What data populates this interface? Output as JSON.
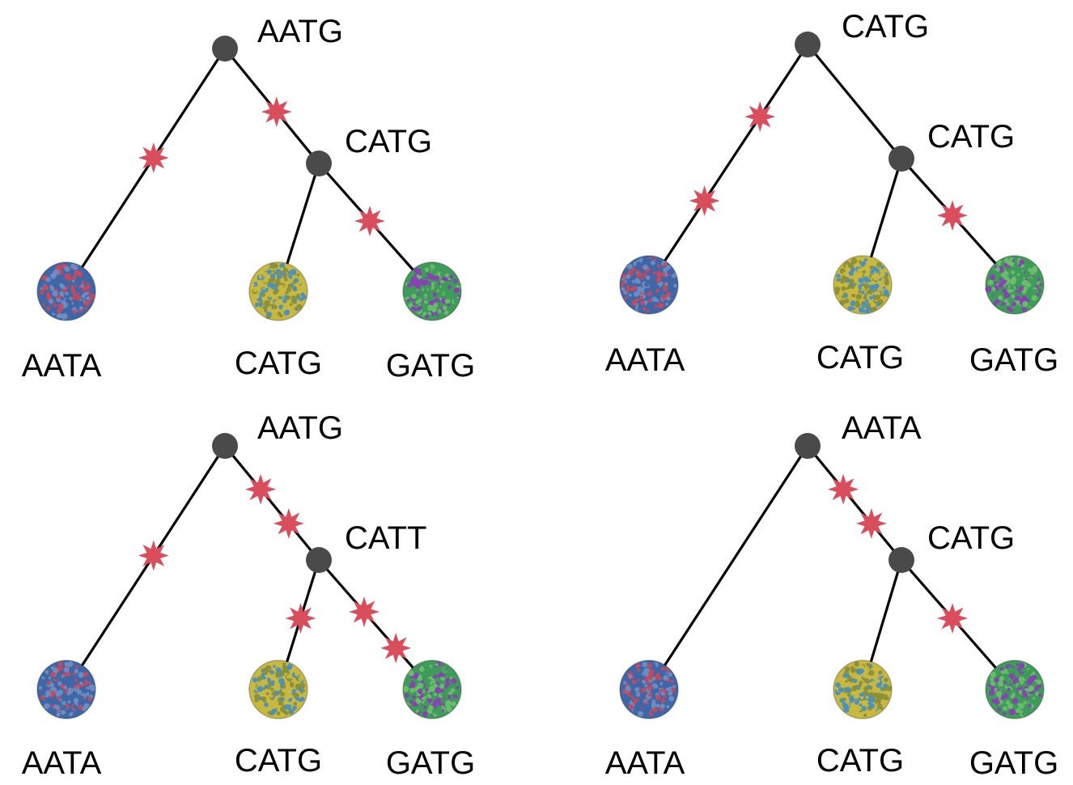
{
  "colors": {
    "mutation": "#d94e5c",
    "node": "#4a4a4a",
    "branch": "#000000",
    "virus_a": [
      "#3f66a6",
      "#c44a5e",
      "#6c8fc4"
    ],
    "virus_c": [
      "#c8b840",
      "#4a8fbf",
      "#8a8f3a"
    ],
    "virus_g": [
      "#3f9b5a",
      "#8a3fb5",
      "#6abf6a"
    ]
  },
  "icons": {
    "mutation": "mutation-star-icon",
    "node": "ancestor-node-icon",
    "virus": "virus-particle-icon"
  },
  "trees": [
    {
      "root_label": "AATG",
      "inner_label": "CATG",
      "leaves": [
        "AATA",
        "CATG",
        "GATG"
      ],
      "mutation_counts": {
        "root_to_leaf1": 1,
        "root_to_inner": 1,
        "inner_to_leaf2": 0,
        "inner_to_leaf3": 1
      }
    },
    {
      "root_label": "CATG",
      "inner_label": "CATG",
      "leaves": [
        "AATA",
        "CATG",
        "GATG"
      ],
      "mutation_counts": {
        "root_to_leaf1": 2,
        "root_to_inner": 0,
        "inner_to_leaf2": 0,
        "inner_to_leaf3": 1
      }
    },
    {
      "root_label": "AATG",
      "inner_label": "CATT",
      "leaves": [
        "AATA",
        "CATG",
        "GATG"
      ],
      "mutation_counts": {
        "root_to_leaf1": 1,
        "root_to_inner": 2,
        "inner_to_leaf2": 1,
        "inner_to_leaf3": 2
      }
    },
    {
      "root_label": "AATA",
      "inner_label": "CATG",
      "leaves": [
        "AATA",
        "CATG",
        "GATG"
      ],
      "mutation_counts": {
        "root_to_leaf1": 0,
        "root_to_inner": 2,
        "inner_to_leaf2": 0,
        "inner_to_leaf3": 1
      }
    }
  ]
}
